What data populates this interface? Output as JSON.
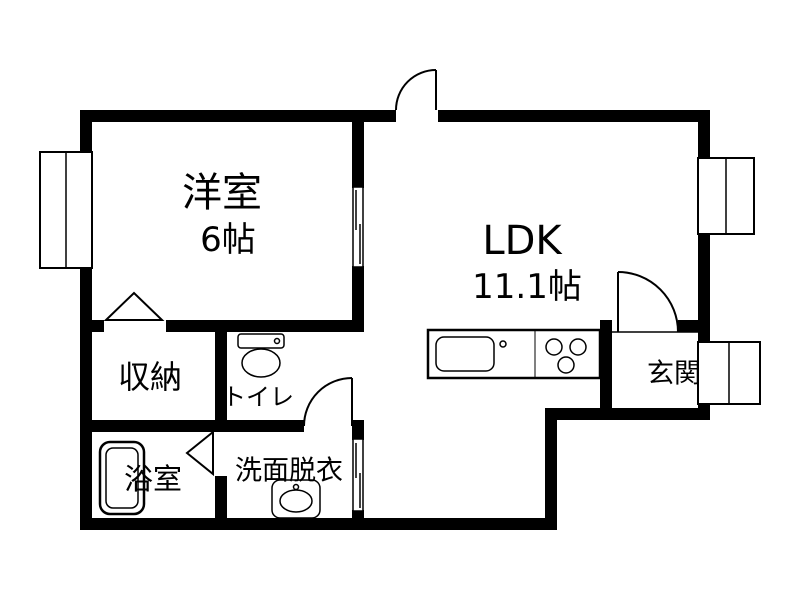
{
  "plan": {
    "rooms": {
      "western_room": {
        "label": "洋室",
        "size": "6帖"
      },
      "ldk": {
        "label": "LDK",
        "size": "11.1帖"
      },
      "storage": {
        "label": "収納"
      },
      "toilet": {
        "label": "トイレ"
      },
      "entrance": {
        "label": "玄関"
      },
      "bathroom": {
        "label": "浴室"
      },
      "washroom": {
        "label": "洗面脱衣"
      }
    },
    "colors": {
      "wall": "#000000",
      "background": "#ffffff"
    }
  }
}
